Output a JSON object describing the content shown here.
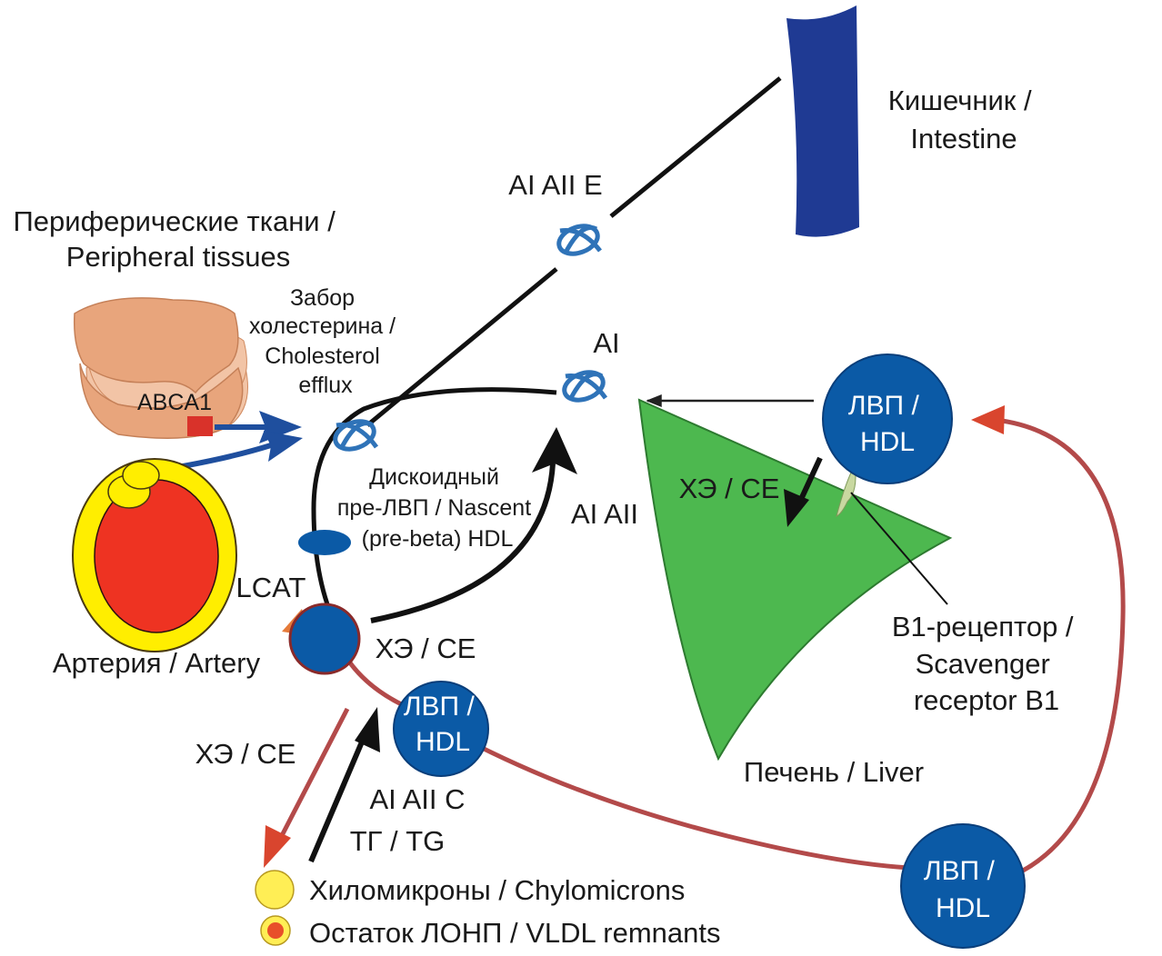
{
  "labels": {
    "intestine": [
      "Кишечник /",
      "Intestine"
    ],
    "apo_ai_aii_e": "AI AII E",
    "peripheral_tissues": [
      "Периферические ткани /",
      "Peripheral tissues"
    ],
    "cholesterol_efflux": [
      "Забор",
      "холестерина /",
      "Cholesterol",
      "efflux"
    ],
    "abca1": "ABCA1",
    "apo_ai": "AI",
    "nascent_hdl": [
      "Дискоидный",
      "пре-ЛВП / Nascent",
      "(pre-beta) HDL"
    ],
    "apo_ai_aii": "AI AII",
    "lcat": "LCAT",
    "artery": "Артерия / Artery",
    "ce_mid": "ХЭ / CE",
    "ce_liver": "ХЭ / CE",
    "ce_left": "ХЭ / CE",
    "hdl_mid": [
      "ЛВП /",
      "HDL"
    ],
    "hdl_liver": [
      "ЛВП /",
      "HDL"
    ],
    "hdl_bottom": [
      "ЛВП /",
      "HDL"
    ],
    "apo_ai_aii_c": "AI AII C",
    "tg": "ТГ / TG",
    "chylomicrons": "Хиломикроны / Chylomicrons",
    "vldl_remnants": "Остаток ЛОНП / VLDL remnants",
    "sr_b1": [
      "B1-рецептор /",
      "Scavenger",
      "receptor B1"
    ],
    "liver": "Печень / Liver"
  },
  "colors": {
    "intestine": "#1f3a93",
    "hdl": "#0b5aa6",
    "liver": "#4db84f",
    "artery_outer": "#ffee00",
    "artery_inner": "#ee3322",
    "tissue": "#e8a57c",
    "arrow_blue": "#1f4f9e",
    "arrow_red": "#b34a4a",
    "arrow_black": "#111111"
  }
}
